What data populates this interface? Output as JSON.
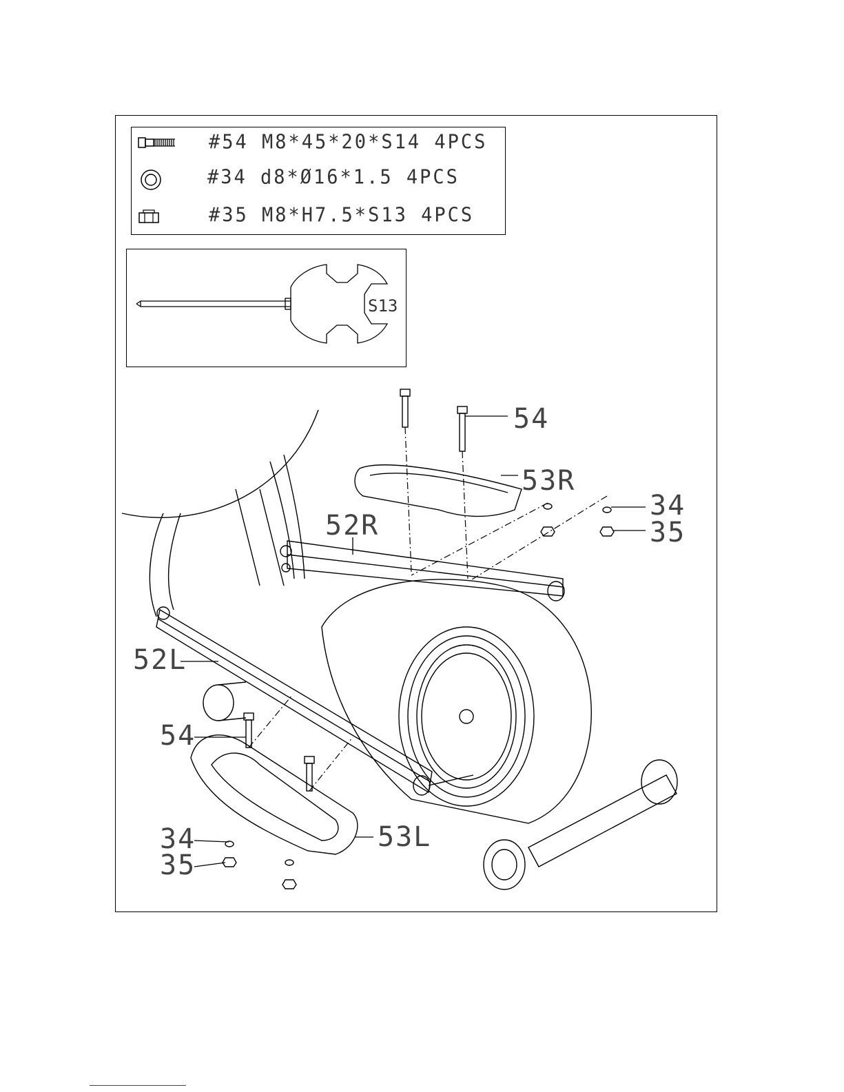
{
  "hardware": [
    {
      "icon": "bolt-icon",
      "text": "#54 M8*45*20*S14 4PCS"
    },
    {
      "icon": "washer-icon",
      "text": "#34 d8*Ø16*1.5 4PCS"
    },
    {
      "icon": "nut-icon",
      "text": "#35 M8*H7.5*S13 4PCS"
    }
  ],
  "tool": {
    "label": "S13",
    "icon": "wrench-screwdriver-icon"
  },
  "callouts": {
    "bolt_right": "54",
    "pedal_right": "53R",
    "washer_right": "34",
    "nut_right": "35",
    "arm_right": "52R",
    "arm_left": "52L",
    "bolt_left": "54",
    "washer_left": "34",
    "nut_left": "35",
    "pedal_left": "53L"
  }
}
